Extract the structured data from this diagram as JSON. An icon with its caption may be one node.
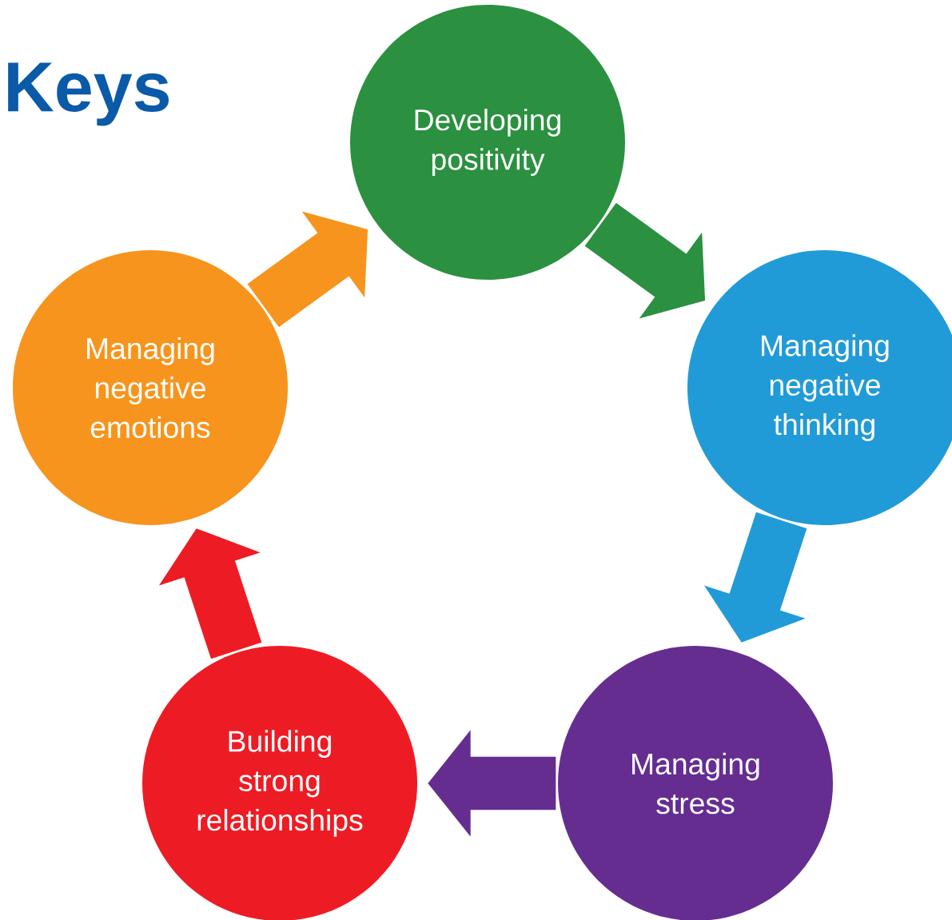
{
  "diagram": {
    "title": "Keys",
    "nodes": [
      {
        "text": [
          "Developing positivity"
        ]
      },
      {
        "text": [
          "Managing negative thinking"
        ]
      },
      {
        "text": [
          "Managing stress"
        ]
      },
      {
        "text": [
          "Building strong relationships"
        ]
      },
      {
        "text": [
          "Managing negative emotions"
        ]
      }
    ],
    "edges": [
      {
        "from": 0,
        "to": 1,
        "arrow": "to",
        "color": "#2b9040"
      },
      {
        "from": 1,
        "to": 2,
        "arrow": "to",
        "color": "#219bd7"
      },
      {
        "from": 2,
        "to": 3,
        "arrow": "to",
        "color": "#662d91"
      },
      {
        "from": 3,
        "to": 4,
        "arrow": "to",
        "color": "#ed1c24"
      },
      {
        "from": 4,
        "to": 0,
        "arrow": "to",
        "color": "#f7941d"
      }
    ]
  }
}
